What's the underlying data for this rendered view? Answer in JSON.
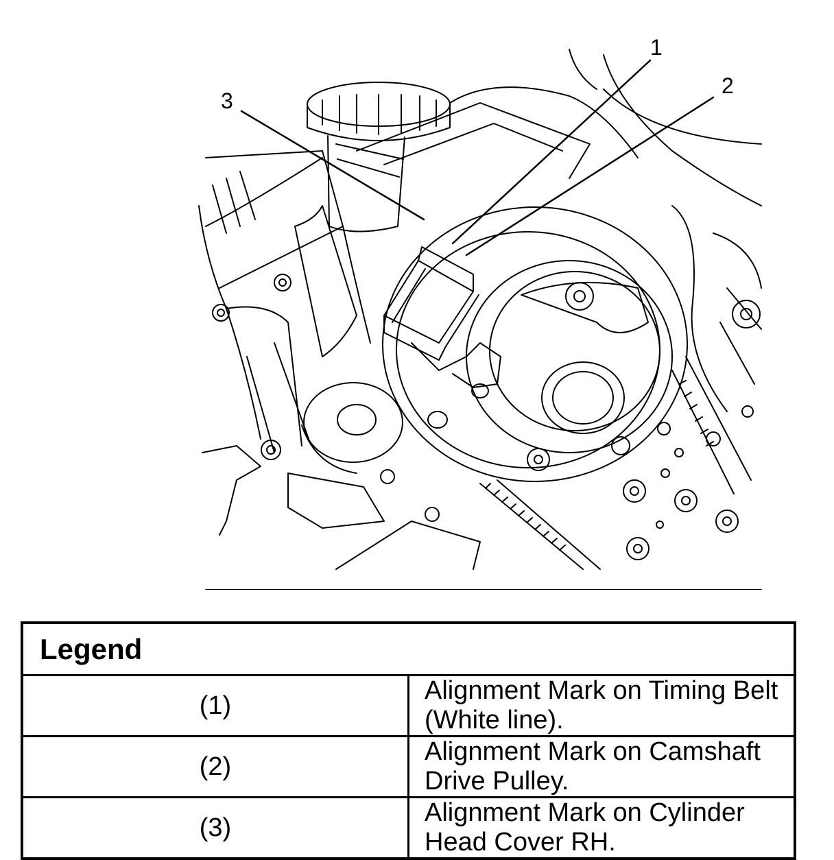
{
  "callouts": [
    "1",
    "2",
    "3"
  ],
  "legend": {
    "title": "Legend",
    "rows": [
      {
        "num": "(1)",
        "desc": "Alignment Mark on Timing Belt (White line)."
      },
      {
        "num": "(2)",
        "desc": "Alignment Mark on Camshaft Drive Pulley."
      },
      {
        "num": "(3)",
        "desc": "Alignment Mark on Cylinder Head Cover RH."
      }
    ]
  },
  "colors": {
    "ink": "#000000",
    "paper": "#ffffff"
  }
}
